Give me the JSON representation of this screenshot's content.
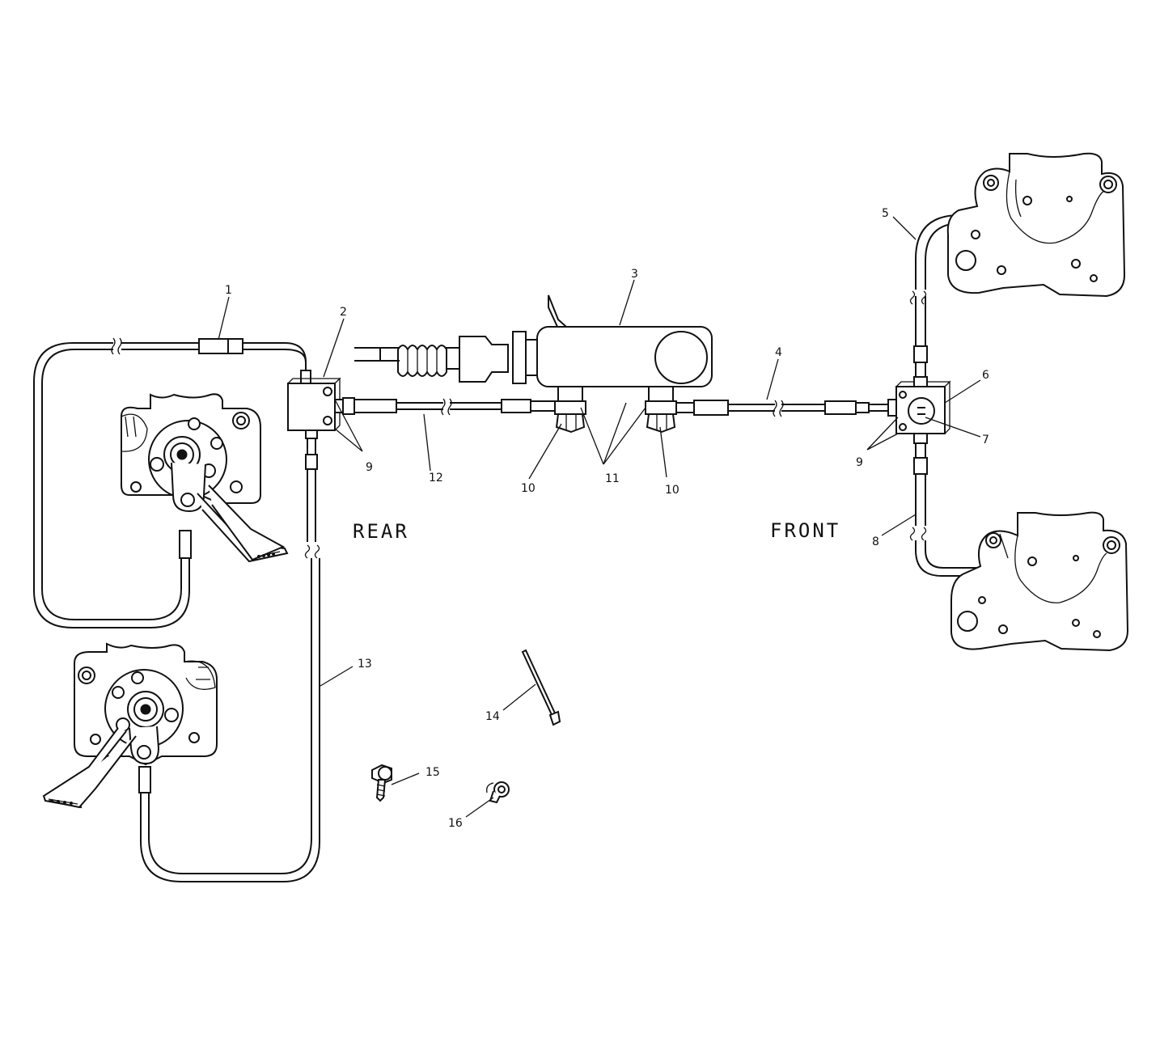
{
  "diagram": {
    "callouts": [
      "1",
      "2",
      "3",
      "4",
      "5",
      "6",
      "7",
      "8",
      "9",
      "9",
      "10",
      "10",
      "11",
      "12",
      "13",
      "14",
      "15",
      "16"
    ],
    "section_labels": {
      "rear": "REAR",
      "front": "FRONT"
    }
  }
}
